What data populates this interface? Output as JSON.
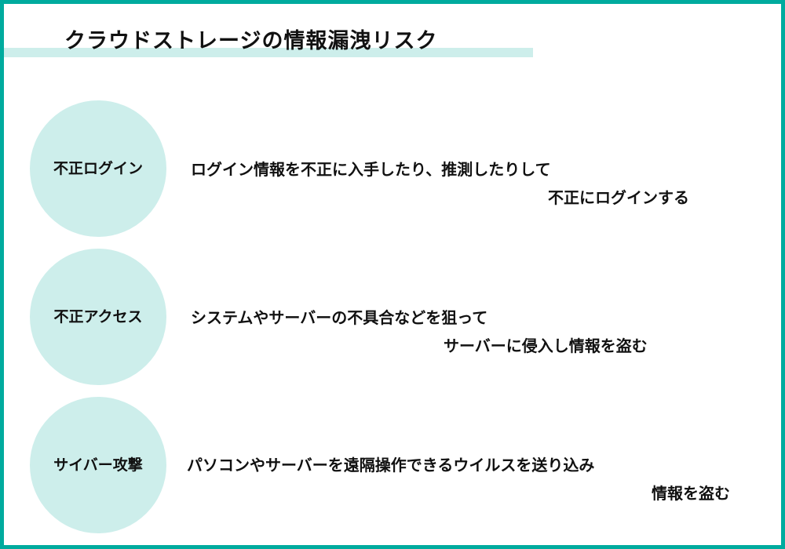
{
  "title": "クラウドストレージの情報漏洩リスク",
  "colors": {
    "border": "#00ab9e",
    "accent_light": "#cdeeeb"
  },
  "risks": [
    {
      "label": "不正ログイン",
      "line1": "ログイン情報を不正に入手したり、推測したりして",
      "line2": "不正にログインする"
    },
    {
      "label": "不正アクセス",
      "line1": "システムやサーバーの不具合などを狙って",
      "line2": "サーバーに侵入し情報を盗む"
    },
    {
      "label": "サイバー攻撃",
      "line1": "パソコンやサーバーを遠隔操作できるウイルスを送り込み",
      "line2": "情報を盗む"
    }
  ]
}
